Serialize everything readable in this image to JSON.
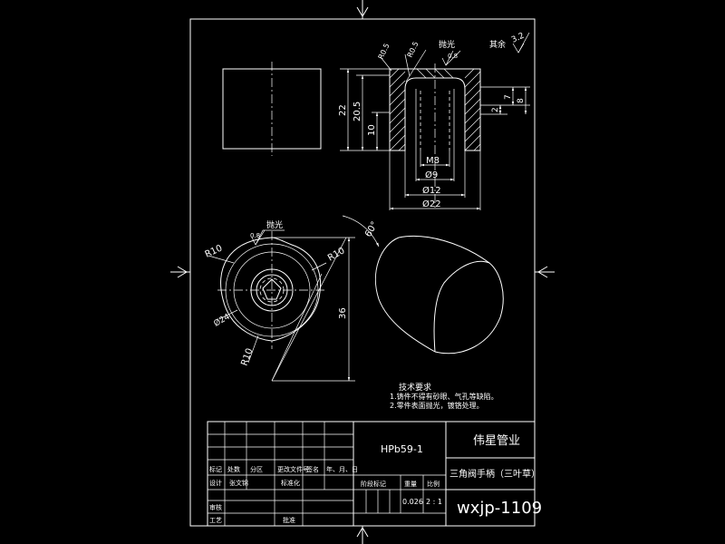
{
  "dims": {
    "r05_a": "R0.5",
    "r05_b": "R0.5",
    "polish_top": "抛光",
    "rest": "其余",
    "rough_rest": "3.2",
    "rough_08a": "0.8",
    "d22_h": "22",
    "d205": "20.5",
    "d10": "10",
    "d2": "2",
    "d7": "7",
    "d8": "8",
    "m8": "M8",
    "phi9": "Ø9",
    "phi12": "Ø12",
    "phi22": "Ø22",
    "polish_left": "抛光",
    "rough_08b": "0.8",
    "r10_left": "R10",
    "r10_right": "R10",
    "r10_bottom": "R10",
    "deg60": "60°",
    "phi24": "Ø24",
    "d36": "36"
  },
  "notes": {
    "title": "技术要求",
    "line1": "1.铸件不得有砂眼、气孔等缺陷。",
    "line2": "2.零件表面抛光，镀铬处理。"
  },
  "title_block": {
    "material": "HPb59-1",
    "company": "伟星管业",
    "part_name": "三角阀手柄（三叶草）",
    "drawing_no": "wxjp-1109",
    "h_mark": "标记",
    "h_count": "处数",
    "h_zone": "分区",
    "h_docno": "更改文件号",
    "h_sign": "签名",
    "h_date": "年、月、日",
    "h_design": "设计",
    "designer": "张文锦",
    "h_std": "标准化",
    "h_stage": "阶段标记",
    "h_weight": "重量",
    "h_scale": "比例",
    "weight": "0.026",
    "scale": "2 : 1",
    "h_review": "审核",
    "h_process": "工艺",
    "h_approve": "批准"
  }
}
